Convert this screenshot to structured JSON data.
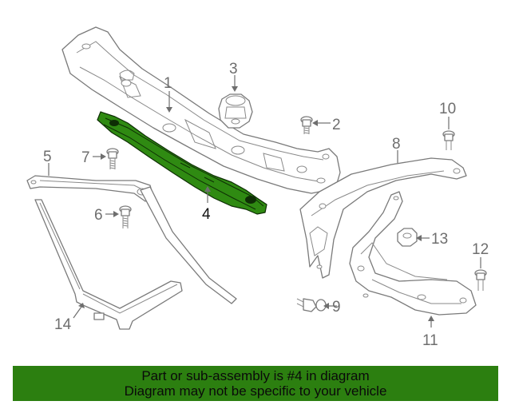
{
  "callouts": [
    {
      "id": "1",
      "label": "1"
    },
    {
      "id": "2",
      "label": "2"
    },
    {
      "id": "3",
      "label": "3"
    },
    {
      "id": "4",
      "label": "4"
    },
    {
      "id": "5",
      "label": "5"
    },
    {
      "id": "6",
      "label": "6"
    },
    {
      "id": "7",
      "label": "7"
    },
    {
      "id": "8",
      "label": "8"
    },
    {
      "id": "9",
      "label": "9"
    },
    {
      "id": "10",
      "label": "10"
    },
    {
      "id": "11",
      "label": "11"
    },
    {
      "id": "12",
      "label": "12"
    },
    {
      "id": "13",
      "label": "13"
    },
    {
      "id": "14",
      "label": "14"
    }
  ],
  "highlighted_part": "4",
  "colors": {
    "highlight_fill": "#2f8a12",
    "banner_bg": "#2c7f10",
    "line_art": "#7a7a7a"
  },
  "banner": {
    "line1": "Part or sub-assembly is #4 in diagram",
    "line2": "Diagram may not be specific to your vehicle"
  }
}
